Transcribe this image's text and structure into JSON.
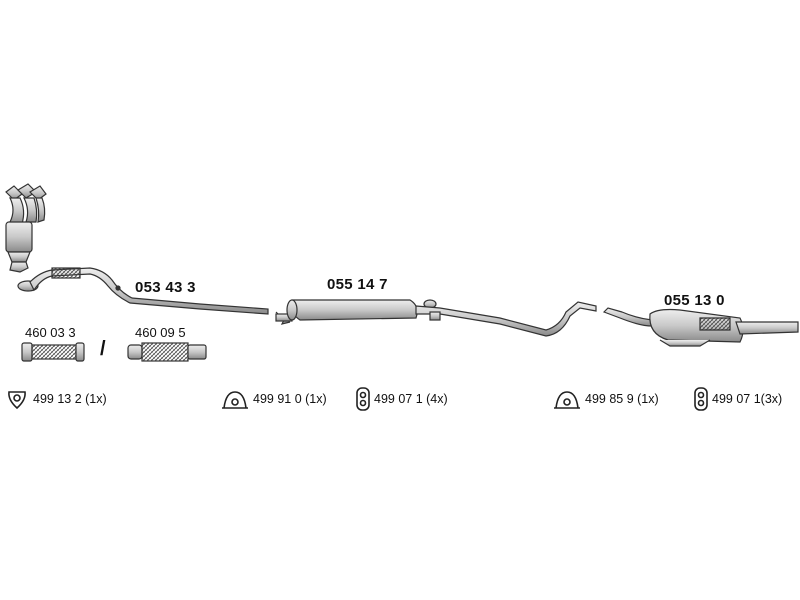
{
  "parts": {
    "front_pipe": "053 43 3",
    "center_muffler": "055 14 7",
    "rear_muffler": "055 13 0",
    "flex_a": "460 03 3",
    "flex_b": "460 09 5",
    "separator": "/"
  },
  "accessories": [
    {
      "label": "499 13 2  (1x)",
      "icon": "gasket-ring-icon"
    },
    {
      "label": "499 91 0 (1x)",
      "icon": "clamp-icon"
    },
    {
      "label": "499 07 1 (4x)",
      "icon": "rubber-hanger-icon"
    },
    {
      "label": "499 85 9  (1x)",
      "icon": "clamp-icon"
    },
    {
      "label": "499 07 1(3x)",
      "icon": "rubber-hanger-icon"
    }
  ],
  "colors": {
    "line": "#333333",
    "fill": "#d8d8d8",
    "dark": "#555555"
  }
}
